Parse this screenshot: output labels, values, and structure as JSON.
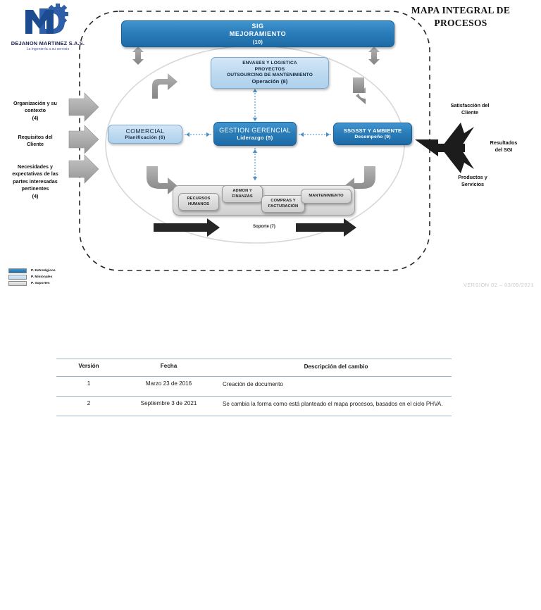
{
  "header": {
    "company_name": "DEJANON MARTINEZ S.A.S.",
    "company_tagline": "La ingeniería a su servicio",
    "title_line1": "MAPA INTEGRAL DE",
    "title_line2": "PROCESOS"
  },
  "diagram": {
    "sig": {
      "line1": "SIG",
      "line2": "MEJORAMIENTO",
      "line3": "(10)"
    },
    "operacion": {
      "line1": "ENVASES Y LOGISTICA",
      "line2": "PROYECTOS",
      "line3": "OUTSOURCING DE MANTENIMIENTO",
      "line4": "Operación (8)"
    },
    "comercial": {
      "title": "COMERCIAL",
      "sub": "Planificación (6)"
    },
    "gestion": {
      "title": "GESTION GERENCIAL",
      "sub": "Liderazgo  (5)"
    },
    "sgsst": {
      "title": "SSGSST Y AMBIENTE",
      "sub": "Desempeño (9)"
    },
    "support_boxes": [
      {
        "line1": "RECURSOS",
        "line2": "HUMANOS"
      },
      {
        "line1": "ADMON Y",
        "line2": "FINANZAS"
      },
      {
        "line1": "COMPRAS Y",
        "line2": "FACTURACIÓN"
      },
      {
        "line1": "MANTENIMIENTO",
        "line2": ""
      }
    ],
    "soporte_label": "Soporte (7)",
    "inputs": [
      {
        "line1": "Organización y su",
        "line2": "contexto",
        "line3": "(4)"
      },
      {
        "line1": "Requisitos del",
        "line2": "Cliente",
        "line3": ""
      },
      {
        "line1": "Necesidades y",
        "line2": "expectativas de las",
        "line3": "partes interesadas",
        "line4": "pertinentes",
        "line5": "(4)"
      }
    ],
    "outputs": [
      {
        "line1": "Satisfacción del",
        "line2": "Cliente"
      },
      {
        "line1": "Resultados",
        "line2": "del SGI"
      },
      {
        "line1": "Productos y",
        "line2": "Servicios"
      }
    ],
    "legend": [
      {
        "label": "P. Estratégicos",
        "color": "#2a7cb8"
      },
      {
        "label": "P. Misionales",
        "color": "#bcd9f0"
      },
      {
        "label": "P. Soportes",
        "color": "#dcdcdc"
      }
    ],
    "version_stamp": "VERSION 02 – 03/09/2021"
  },
  "change_table": {
    "headers": [
      "Versión",
      "Fecha",
      "Descripción del cambio"
    ],
    "rows": [
      {
        "version": "1",
        "date": "Marzo 23 de 2016",
        "description": "Creación de documento"
      },
      {
        "version": "2",
        "date": "Septiembre 3 de 2021",
        "description": "Se cambia la forma como está planteado el mapa procesos, basados en el ciclo PHVA."
      }
    ]
  }
}
